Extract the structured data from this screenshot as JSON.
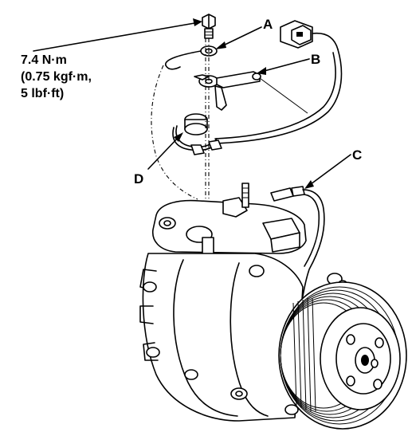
{
  "callouts": {
    "a": "A",
    "b": "B",
    "c": "C",
    "d": "D"
  },
  "torque_spec": {
    "line1": "7.4 N·m",
    "line2": "(0.75 kgf·m,",
    "line3": "5 lbf·ft)"
  }
}
